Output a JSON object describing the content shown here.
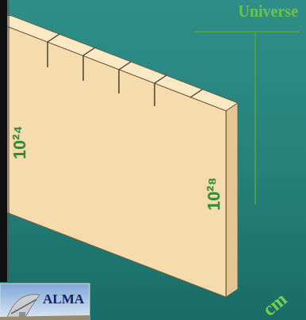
{
  "diagram": {
    "labels": [
      "Universe",
      "10²⁴",
      "10²⁸",
      "cm",
      "ALMA"
    ]
  }
}
